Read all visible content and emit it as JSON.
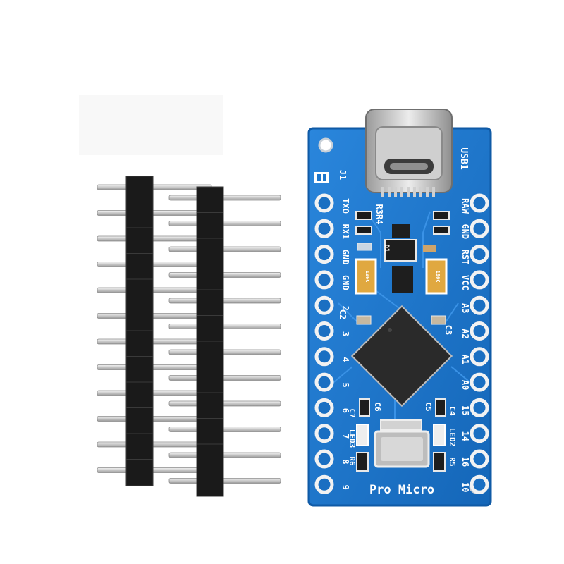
{
  "board": {
    "name": "Pro Micro",
    "usb_label": "USB1",
    "header_label": "J1",
    "left_pins": [
      "TXO",
      "RX1",
      "GND",
      "GND",
      "2",
      "3",
      "4",
      "5",
      "6",
      "7",
      "8",
      "9"
    ],
    "right_pins": [
      "RAW",
      "GND",
      "RST",
      "VCC",
      "A3",
      "A2",
      "A1",
      "A0",
      "15",
      "14",
      "16",
      "10"
    ],
    "silk_labels": {
      "r3_r4": "R3R4",
      "c2": "C2",
      "c3": "C3",
      "c5": "C5",
      "c6": "C6",
      "c7": "C7",
      "c4": "C4",
      "led3": "LED3",
      "led2": "LED2",
      "r6": "R6",
      "r5": "R5",
      "d1": "D1"
    },
    "capacitor_marking": "106C",
    "colors": {
      "pcb": "#1c76cc",
      "pcb_edge": "#0f5aa6",
      "chip": "#2b2b2b",
      "pad": "#f2f2f2",
      "silkscreen": "#ffffff"
    }
  },
  "pin_headers": {
    "count": 2,
    "pins_per_header": 12,
    "colors": {
      "plastic": "#1a1a1a",
      "metal": "#d6d6d6"
    }
  }
}
